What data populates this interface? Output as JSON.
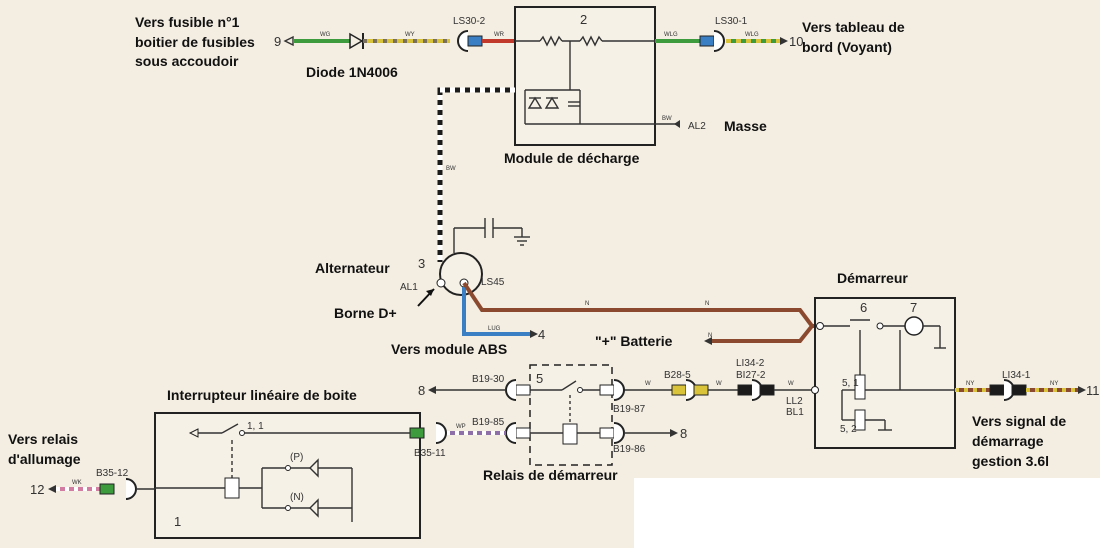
{
  "labels": {
    "fuse_dest": [
      "Vers fusible n°1",
      "boitier de fusibles",
      "sous accoudoir"
    ],
    "diode": "Diode 1N4006",
    "dash_dest": [
      "Vers tableau de",
      "bord  (Voyant)"
    ],
    "masse": "Masse",
    "module": "Module de décharge",
    "alternator": "Alternateur",
    "borne": "Borne D+",
    "abs": "Vers module ABS",
    "battery": "\"+\" Batterie",
    "starter": "Démarreur",
    "switch": "Interrupteur linéaire de boite",
    "ignition": [
      "Vers relais",
      "d'allumage"
    ],
    "relay": "Relais de démarreur",
    "signal": [
      "Vers signal de",
      "démarrage",
      "gestion 3.6l"
    ]
  },
  "codes": {
    "ls30_2": "LS30-2",
    "ls30_1": "LS30-1",
    "al2": "AL2",
    "al1": "AL1",
    "ls45": "LS45",
    "b19_30": "B19-30",
    "b19_85": "B19-85",
    "b19_87": "B19-87",
    "b19_86": "B19-86",
    "b28_5": "B28-5",
    "li34_2": "LI34-2",
    "bi27_2": "BI27-2",
    "li34_1": "LI34-1",
    "ll2": "LL2",
    "bl1": "BL1",
    "b35_12": "B35-12",
    "b35_11": "B35-11",
    "pin51": "5, 1",
    "pin52": "5, 2",
    "pin11": "1, 1",
    "p": "(P)",
    "n": "(N)"
  },
  "numbers": {
    "n9": "9",
    "n10": "10",
    "n2": "2",
    "n3": "3",
    "n4": "4",
    "n5": "5",
    "n6": "6",
    "n7": "7",
    "n8a": "8",
    "n8b": "8",
    "n11": "11",
    "n12": "12",
    "n1": "1"
  },
  "wires": {
    "wg": "WG",
    "wy": "WY",
    "wr": "WR",
    "wlg": "WLG",
    "wlg2": "WLG",
    "bw": "BW",
    "bw2": "BW",
    "n1": "N",
    "n2": "N",
    "n3": "N",
    "lug": "LUG",
    "w1": "W",
    "w2": "W",
    "w3": "W",
    "ny1": "NY",
    "ny2": "NY",
    "wp": "WP",
    "wk": "WK"
  },
  "colors": {
    "brown": "#8b4a2f",
    "yellow": "#d8c33a",
    "green": "#3d9a3d",
    "blue": "#3a7fc4",
    "red": "#c0392b",
    "black": "#1b1b1b"
  }
}
